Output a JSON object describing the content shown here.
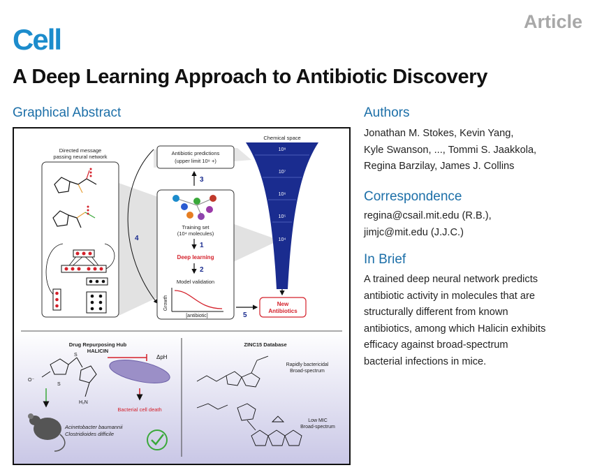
{
  "header": {
    "journal": "Cell",
    "article_type": "Article",
    "title": "A Deep Learning Approach to Antibiotic Discovery"
  },
  "graphical_abstract": {
    "heading": "Graphical Abstract",
    "mpnn_label_1": "Directed message",
    "mpnn_label_2": "passing neural network",
    "pred_label_1": "Antibiotic predictions",
    "pred_label_2": "(upper limit 10⁹ +)",
    "chem_space": "Chemical space",
    "funnel_levels": [
      "10⁸",
      "10⁷",
      "10⁶",
      "10⁵",
      "10⁴"
    ],
    "training_set_1": "Training set",
    "training_set_2": "(10⁴ molecules)",
    "deep_learning": "Deep learning",
    "model_validation": "Model validation",
    "growth_axis": "Growth",
    "antibiotic_axis": "[antibiotic]",
    "new_antibiotics_1": "New",
    "new_antibiotics_2": "Antibiotics",
    "steps": [
      "1",
      "2",
      "3",
      "4",
      "5"
    ],
    "drug_hub_1": "Drug Repurposing Hub",
    "drug_hub_2": "HALICIN",
    "delta_ph": "ΔpH",
    "cell_death": "Bacterial cell death",
    "species_1": "Acinetobacter baumannii",
    "species_2": "Clostridioides difficile",
    "zinc": "ZINC15 Database",
    "rb_1": "Rapidly bactericidal",
    "rb_2": "Broad-spectrum",
    "lm_1": "Low MIC",
    "lm_2": "Broad-spectrum",
    "colors": {
      "funnel": "#1a2c8f",
      "accent_red": "#d4202a",
      "brand_blue": "#1c8ccc"
    }
  },
  "authors": {
    "heading": "Authors",
    "lines": [
      "Jonathan M. Stokes, Kevin Yang,",
      "Kyle Swanson, ..., Tommi S. Jaakkola,",
      "Regina Barzilay, James J. Collins"
    ]
  },
  "correspondence": {
    "heading": "Correspondence",
    "lines": [
      "regina@csail.mit.edu (R.B.),",
      "jimjc@mit.edu (J.J.C.)"
    ]
  },
  "in_brief": {
    "heading": "In Brief",
    "lines": [
      "A trained deep neural network predicts",
      "antibiotic activity in molecules that are",
      "structurally different from known",
      "antibiotics, among which Halicin exhibits",
      "efficacy against broad-spectrum",
      "bacterial infections in mice."
    ]
  }
}
